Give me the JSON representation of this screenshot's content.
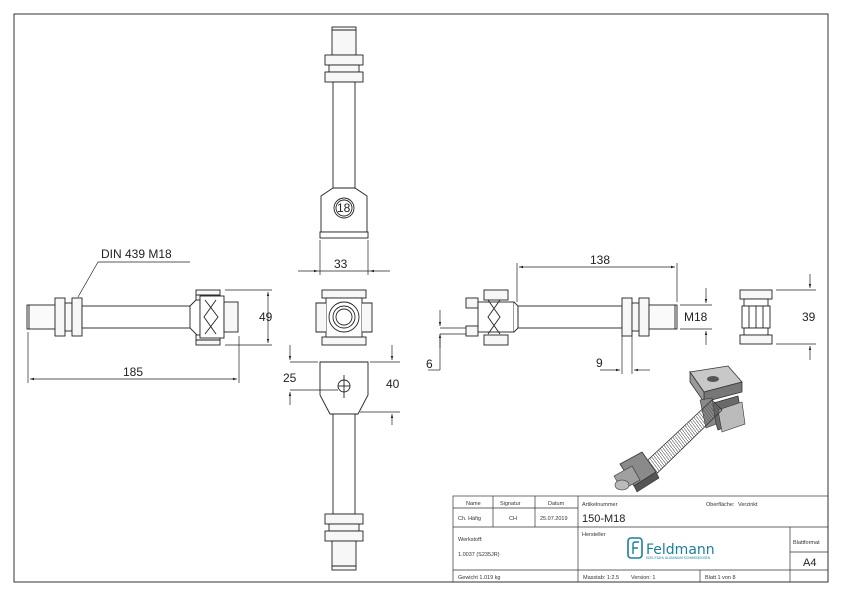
{
  "dimensions": {
    "din_label": "DIN 439 M18",
    "left_length": "185",
    "left_height": "49",
    "top_width": "33",
    "hole_dia": "25",
    "bottom_width": "40",
    "thickness": "6",
    "right_length": "138",
    "thread": "M18",
    "nut_gap": "9",
    "side_height": "39",
    "stamp": "18"
  },
  "title_block": {
    "col_name": "Name",
    "col_signature": "Signatur",
    "col_date": "Datum",
    "name": "Ch. Häfig",
    "signature": "CH",
    "date": "25.07.2019",
    "article_label": "Artikelnummer",
    "article": "150-M18",
    "surface_label": "Oberfläche:",
    "surface": "Verzinkt",
    "material_label": "Werkstoff:",
    "material": "1.0037 (S235JR)",
    "manufacturer_label": "Hersteller",
    "brand": "Feldmann",
    "brand_sub": "EDELSTAHL ALUMINIUM SCHMIEDEEISEN",
    "format_label": "Blattformat",
    "format": "A4",
    "weight": "Gewicht 1.019 kg",
    "scale": "Masstab: 1:2.5",
    "version": "Version: 1",
    "sheet": "Blatt 1 von 8"
  },
  "colors": {
    "line": "#222222",
    "brand": "#1d7f9b",
    "part_fill": "#f4f4f4"
  }
}
